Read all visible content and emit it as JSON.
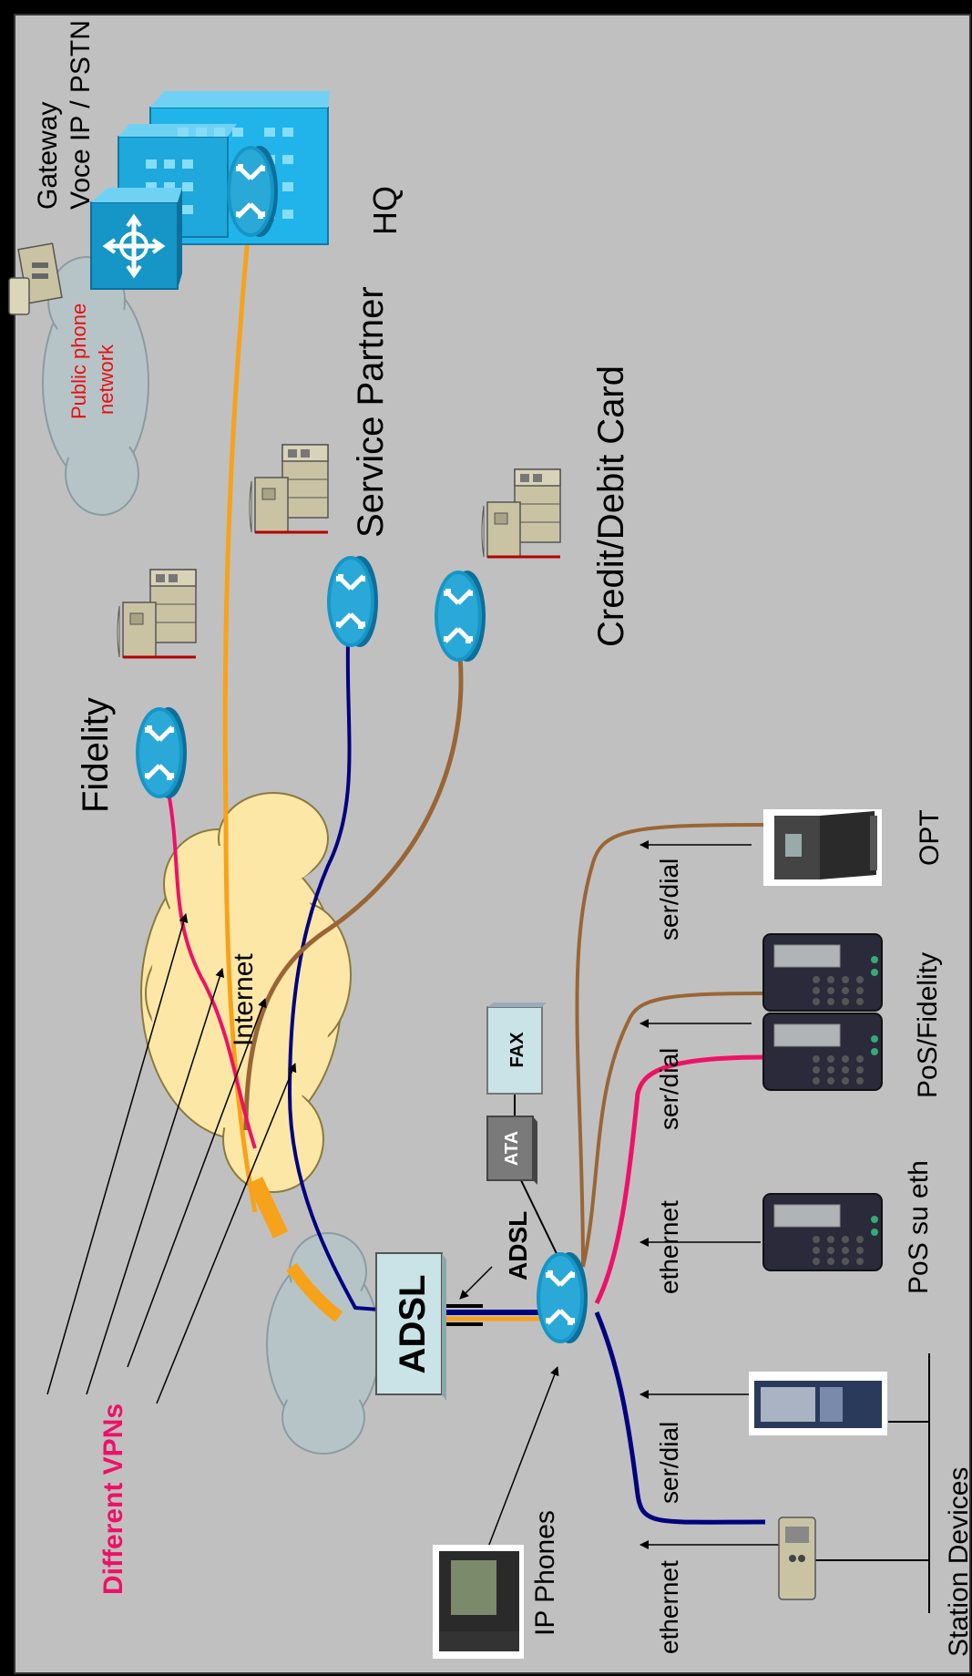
{
  "labels": {
    "gateway": "Gateway",
    "voce": "Voce IP / PSTN",
    "hq": "HQ",
    "public_phone_1": "Public phone",
    "public_phone_2": "network",
    "service_partner": "Service Partner",
    "credit_debit": "Credit/Debit Card",
    "fidelity": "Fidelity",
    "internet": "Internet",
    "fax": "FAX",
    "ata": "ATA",
    "adsl_box": "ADSL",
    "adsl_label": "ADSL",
    "opt": "OPT",
    "pos_fidelity": "PoS/Fidelity",
    "pos_eth": "PoS su eth",
    "ser_dial_1": "ser/dial",
    "ser_dial_2": "ser/dial",
    "ser_dial_3": "ser/dial",
    "ethernet_1": "ethernet",
    "ethernet_2": "ethernet",
    "ip_phones": "IP Phones",
    "station_devices": "Station Devices",
    "different_vpns": "Different VPNs"
  },
  "colors": {
    "background": "#c0c0c0",
    "internet_cloud": "#fde7a6",
    "gray_cloud": "#b6c4c8",
    "router": "#1596c6",
    "orange_link": "#f7a21b",
    "navy_link": "#000080",
    "brown_link": "#9a6535",
    "pink_link": "#ee1166",
    "vpn_text": "#ee1166",
    "pstn_text": "#e81010"
  }
}
